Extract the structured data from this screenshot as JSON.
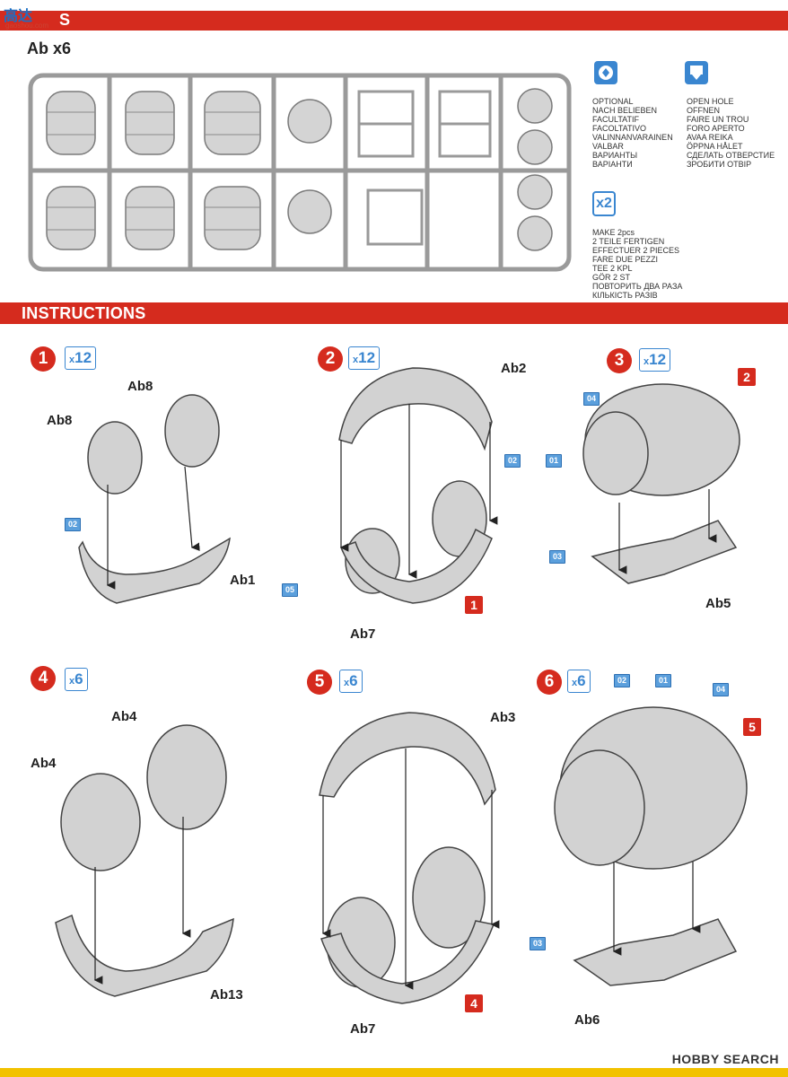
{
  "watermark": {
    "title": "高达",
    "sub": "gaoshou.com"
  },
  "header": {
    "label": "S"
  },
  "sprue": {
    "title": "Ab x6"
  },
  "legend_optional": {
    "lines": [
      "OPTIONAL",
      "NACH BELIEBEN",
      "FACULTATIF",
      "FACOLTATIVO",
      "VALINNANVARAINEN",
      "VALBAR",
      "ВАРИАНТЫ",
      "ВАРІАНТИ"
    ]
  },
  "legend_hole": {
    "lines": [
      "OPEN  HOLE",
      "OFFNEN",
      "FAIRE UN TROU",
      "FORO APERTO",
      "AVAA REIKA",
      "ÖPPNA HÅLET",
      "СДЕЛАТЬ ОТВЕРСТИЕ",
      "ЗРОБИТИ ОТВІР"
    ]
  },
  "legend_make": {
    "icon": "x2",
    "lines": [
      "MAKE 2pcs",
      "2 TEILE FERTIGEN",
      "EFFECTUER 2 PIECES",
      "FARE DUE PEZZI",
      "TEE 2 KPL",
      "GÖR 2 ST",
      "ПОВТОРИТЬ ДВА РАЗА",
      "КІЛЬКІСТЬ РАЗІВ"
    ]
  },
  "instructions": {
    "label": "INSTRUCTIONS"
  },
  "steps": [
    {
      "num": "1",
      "mult_x": "x",
      "mult_n": "12"
    },
    {
      "num": "2",
      "mult_x": "x",
      "mult_n": "12"
    },
    {
      "num": "3",
      "mult_x": "x",
      "mult_n": "12"
    },
    {
      "num": "4",
      "mult_x": "x",
      "mult_n": "6"
    },
    {
      "num": "5",
      "mult_x": "x",
      "mult_n": "6"
    },
    {
      "num": "6",
      "mult_x": "x",
      "mult_n": "6"
    }
  ],
  "parts": {
    "s1": {
      "a": "Ab8",
      "b": "Ab8",
      "c": "Ab1",
      "tag": "02"
    },
    "s2": {
      "a": "Ab2",
      "b": "Ab7",
      "tag": "05",
      "ref": "1"
    },
    "s3": {
      "a": "Ab5",
      "t1": "04",
      "t2": "02",
      "t3": "01",
      "t4": "03",
      "ref": "2"
    },
    "s4": {
      "a": "Ab4",
      "b": "Ab4",
      "c": "Ab13"
    },
    "s5": {
      "a": "Ab3",
      "b": "Ab7",
      "ref": "4"
    },
    "s6": {
      "a": "Ab6",
      "t1": "02",
      "t2": "01",
      "t3": "04",
      "t4": "03",
      "ref": "5"
    }
  },
  "footer": {
    "brand": "HOBBY SEARCH"
  },
  "colors": {
    "red": "#d52b1e",
    "blue": "#3a86d0",
    "yellow": "#f2c200",
    "plastic": "#cfcfcf"
  }
}
